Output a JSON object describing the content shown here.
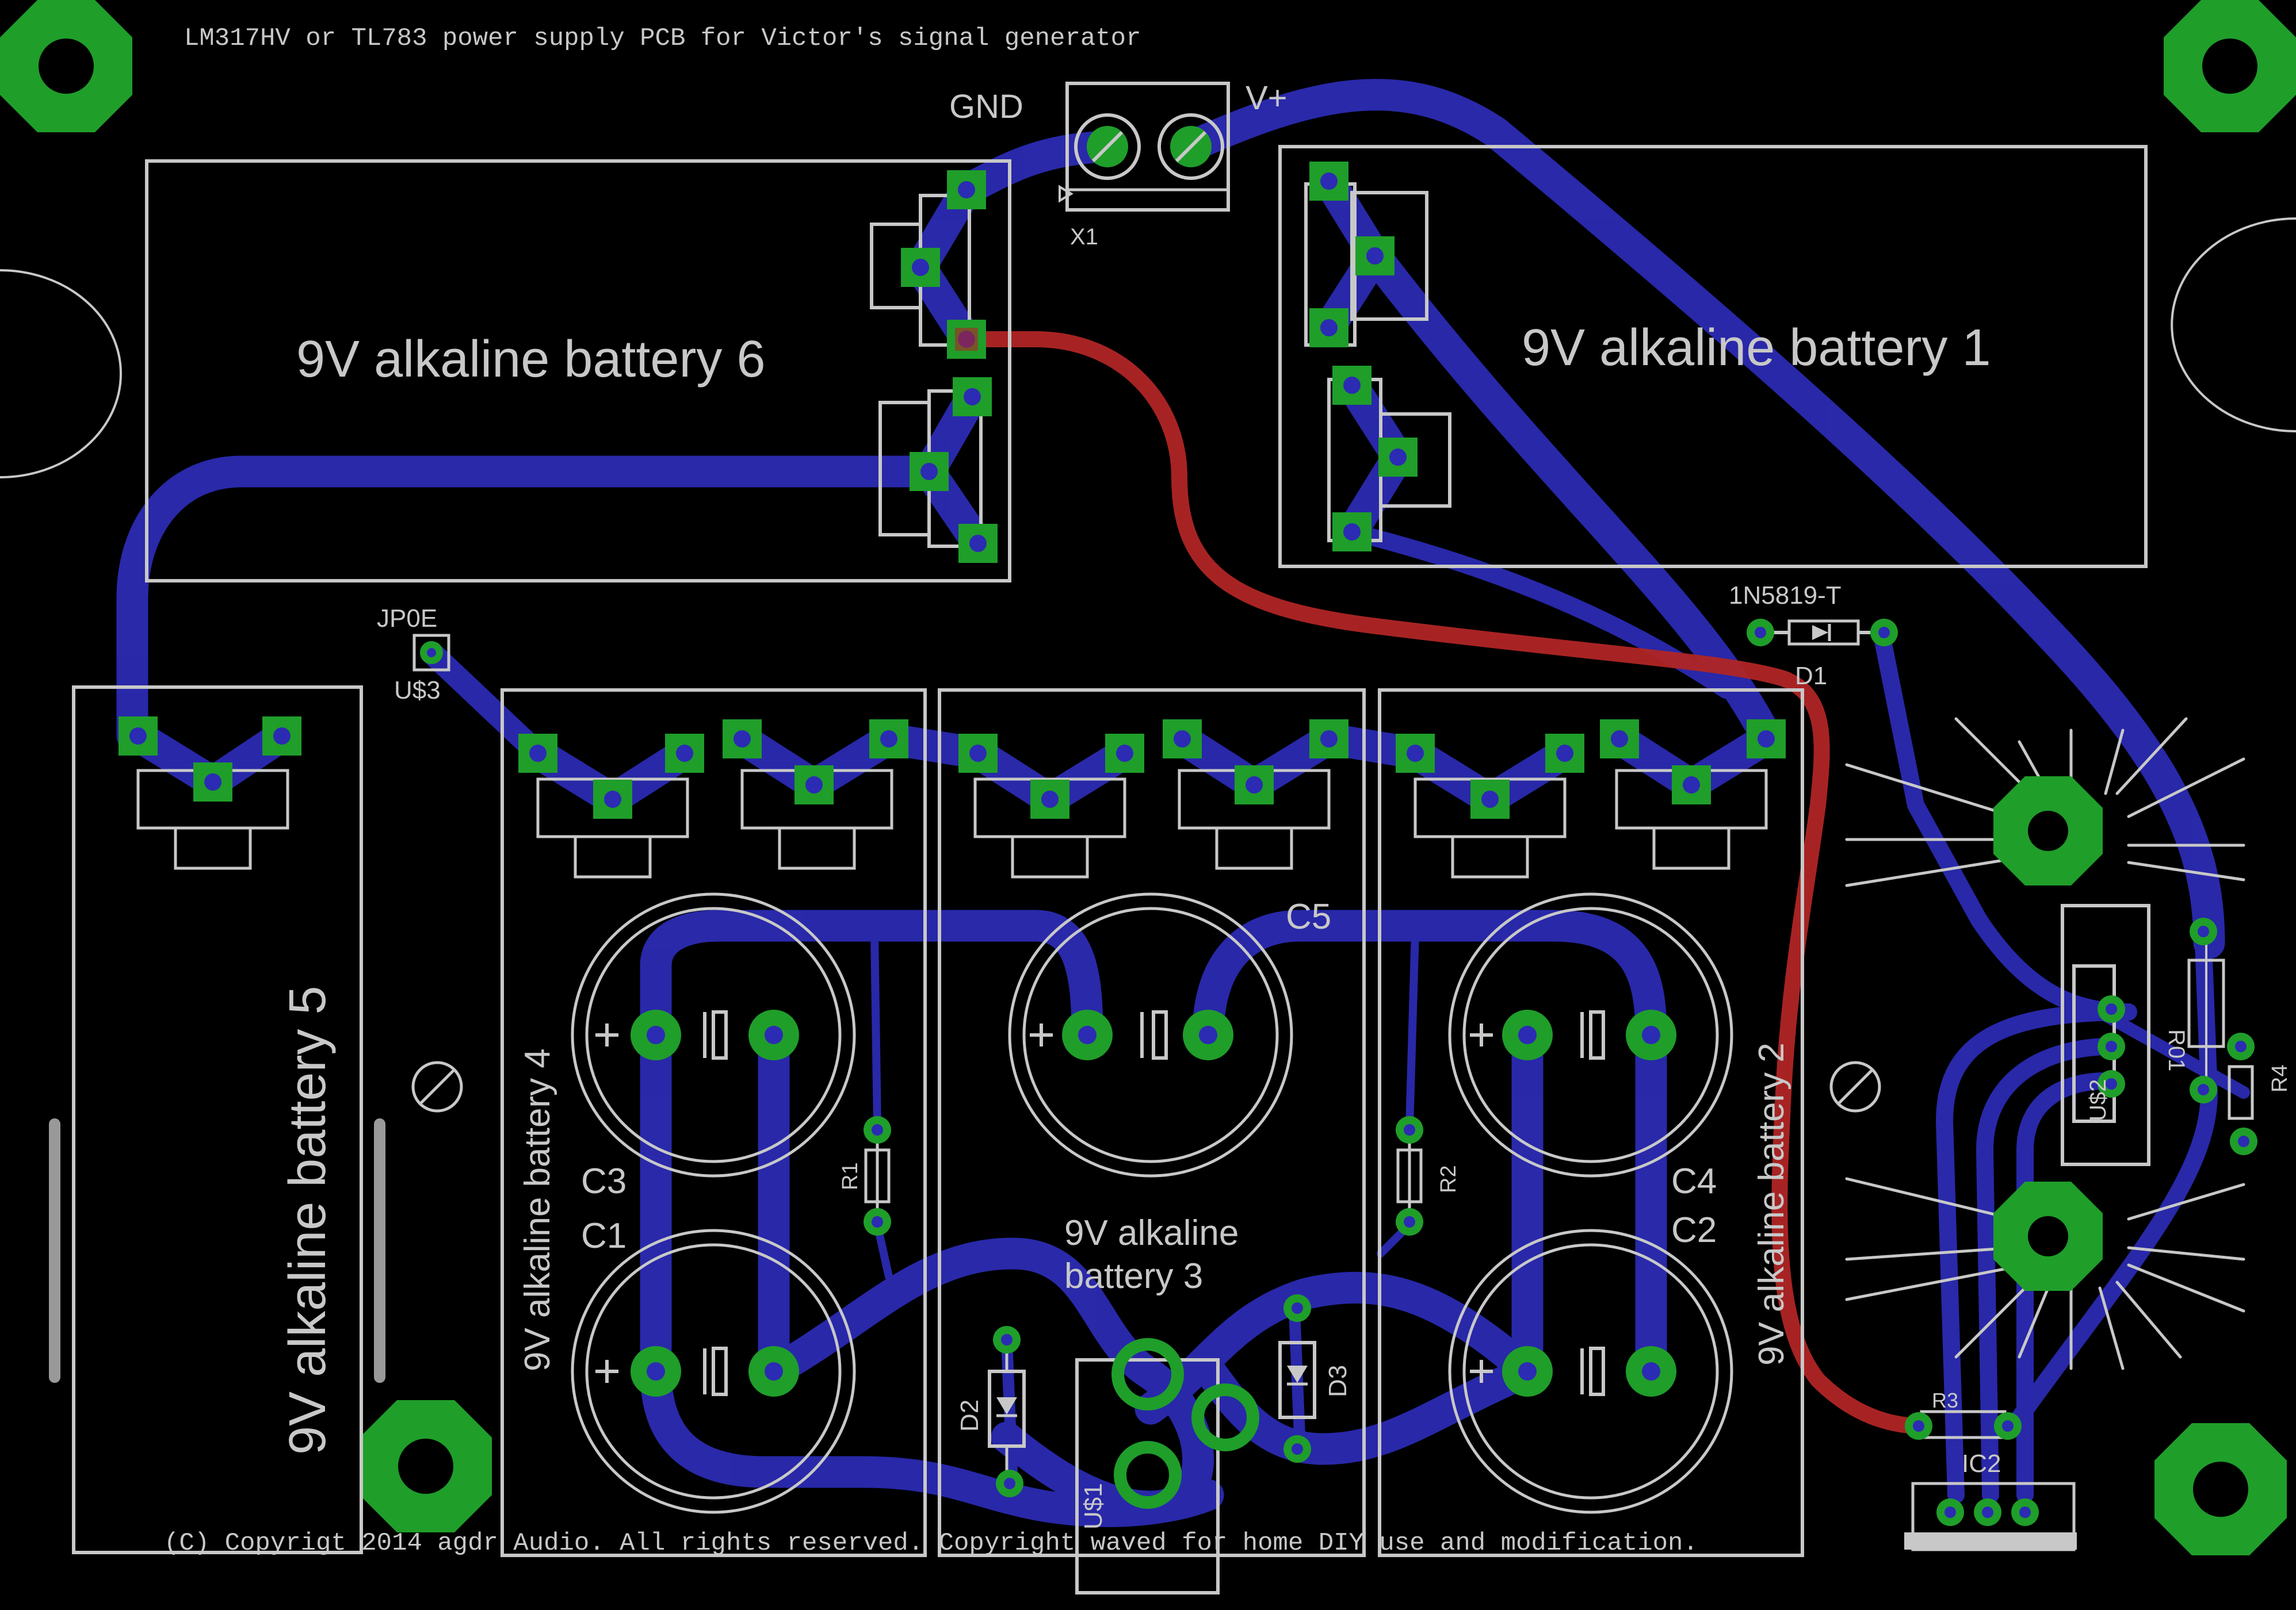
{
  "title": "LM317HV or TL783 power supply PCB for Victor's signal generator",
  "copyright": "(C) Copyrigt 2014 agdr Audio. All rights reserved. Copyright waved for home DIY use and modification.",
  "terminal": {
    "gnd": "GND",
    "vplus": "V+",
    "ref": "X1"
  },
  "batteries": {
    "b1": "9V alkaline battery 1",
    "b2": "9V alkaline battery 2",
    "b3_line1": "9V alkaline",
    "b3_line2": "battery 3",
    "b4": "9V alkaline battery 4",
    "b5": "9V alkaline battery 5",
    "b6": "9V alkaline battery 6"
  },
  "jumper": {
    "name": "JP0E",
    "ref": "U$3"
  },
  "diode_d1": {
    "part": "1N5819-T",
    "ref": "D1"
  },
  "capacitors": {
    "c1": "C1",
    "c2": "C2",
    "c3": "C3",
    "c4": "C4",
    "c5": "C5"
  },
  "resistors": {
    "r1": "R1",
    "r2": "R2",
    "r3": "R3",
    "r4": "R4"
  },
  "diodes": {
    "d2": "D2",
    "d3": "D3"
  },
  "ics": {
    "us1": "U$1",
    "us2": "U$2",
    "ic2": "IC2",
    "r01": "R01"
  },
  "colors": {
    "background": "#000000",
    "silkscreen": "#c8c8c8",
    "bottom_trace": "#2b2bb3",
    "top_trace": "#b02525",
    "pad": "#1f9e2a"
  }
}
